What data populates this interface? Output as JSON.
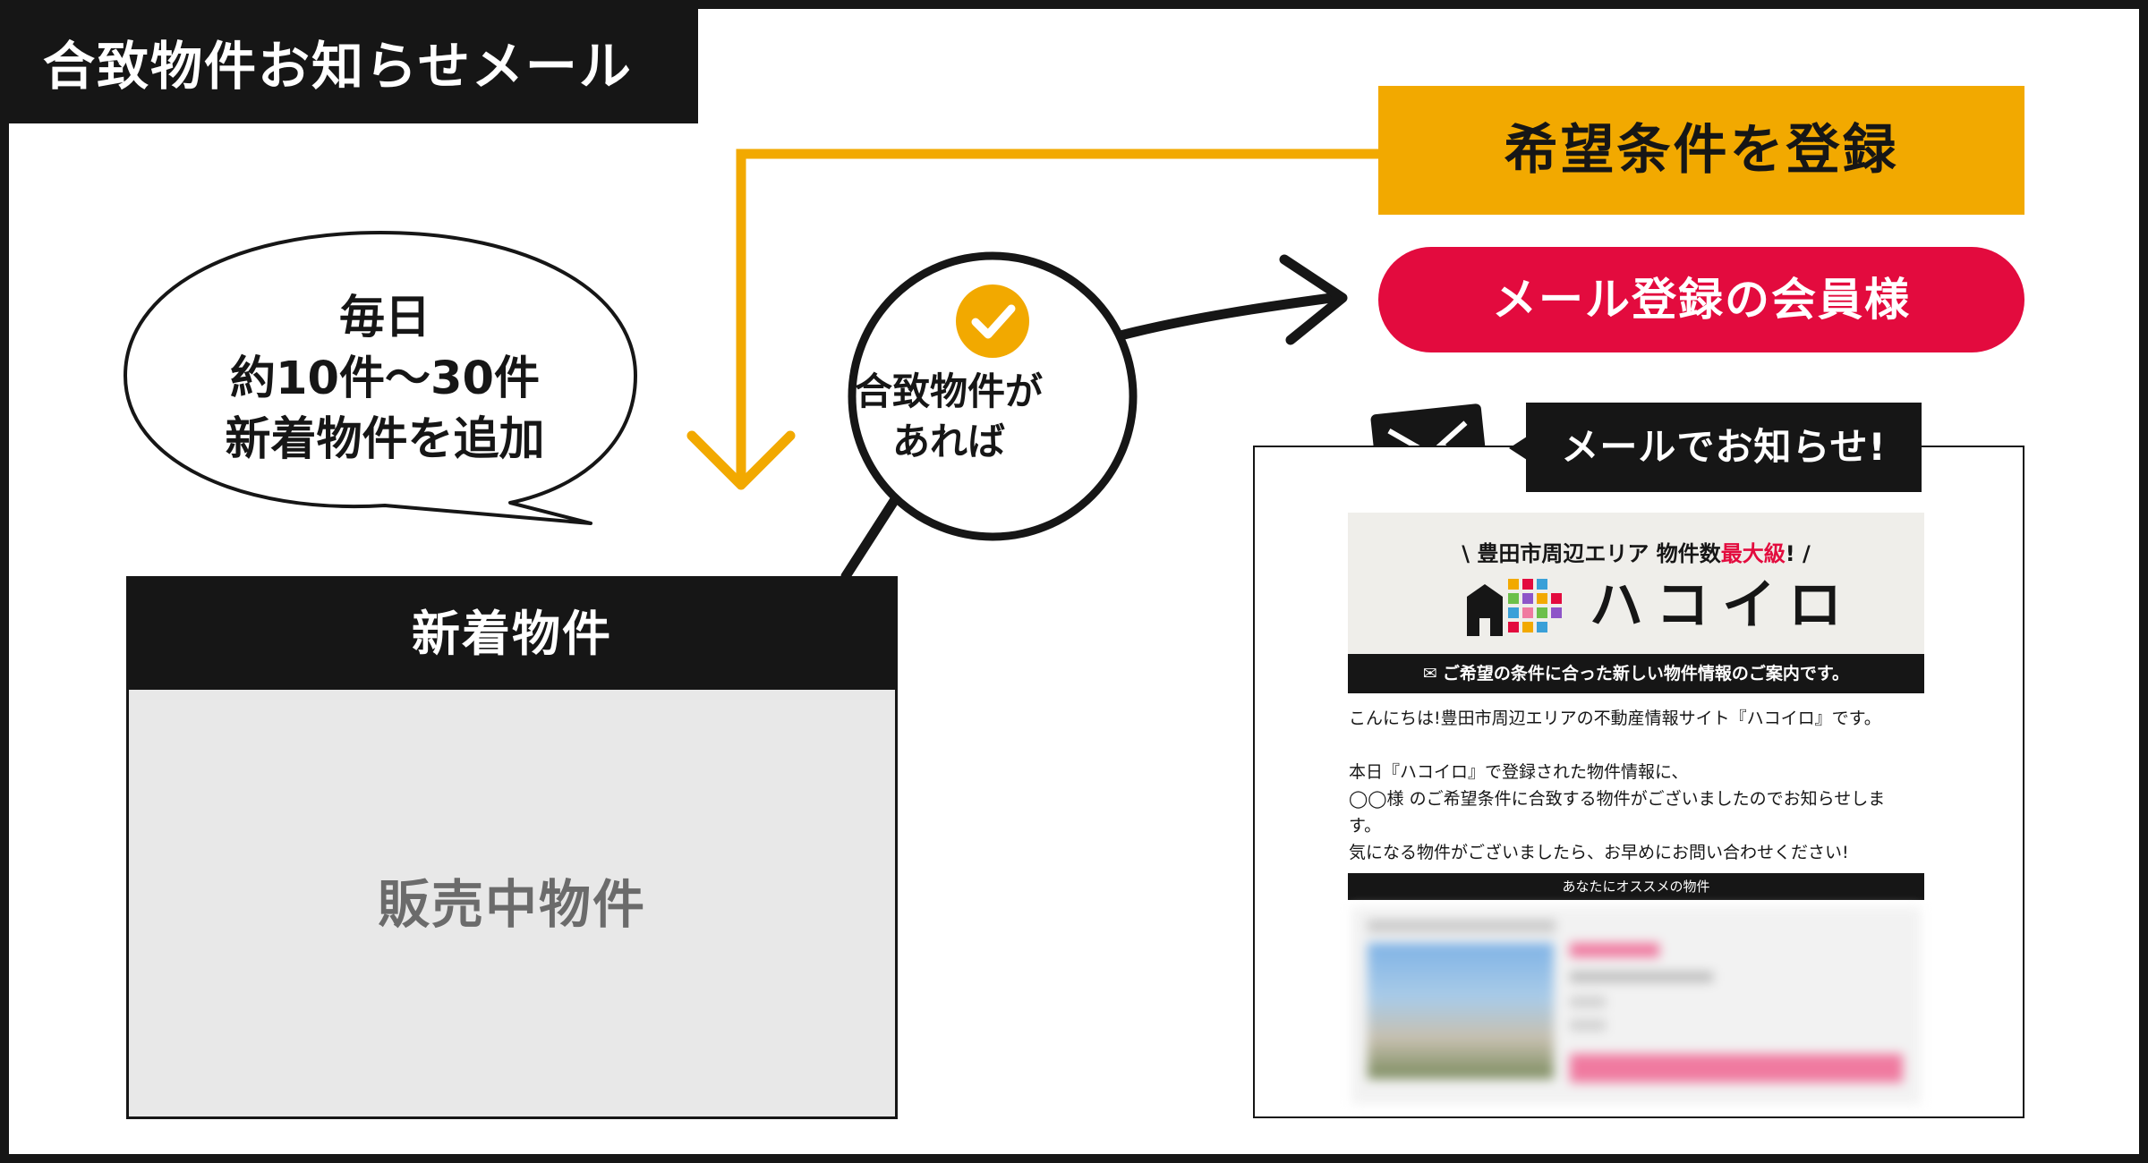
{
  "header": {
    "title": "合致物件お知らせメール"
  },
  "bubble": {
    "lines": [
      "毎日",
      "約10件〜30件",
      "新着物件を追加"
    ]
  },
  "listing": {
    "header": "新着物件",
    "body_label": "販売中物件"
  },
  "check_circle": {
    "lines": [
      "合致物件が",
      "あれば"
    ],
    "icon": "check-icon"
  },
  "register": {
    "label": "希望条件を登録"
  },
  "member": {
    "label": "メール登録の会員様"
  },
  "notice": {
    "label": "メールでお知らせ!",
    "icon": "envelope-icon"
  },
  "mail": {
    "tagline_prefix": "豊田市周辺エリア 物件数",
    "tagline_accent": "最大級",
    "tagline_suffix": "!",
    "brand": "ハコイロ",
    "strip": "ご希望の条件に合った新しい物件情報のご案内です。",
    "body_lines": [
      "こんにちは!豊田市周辺エリアの不動産情報サイト『ハコイロ』です。",
      "",
      "本日『ハコイロ』で登録された物件情報に、",
      "◯◯様 のご希望条件に合致する物件がございましたのでお知らせしま",
      "す。",
      "気になる物件がございましたら、お早めにお問い合わせください!"
    ],
    "recommend_label": "あなたにオススメの物件"
  },
  "colors": {
    "dark": "#161616",
    "accent_orange": "#f2a900",
    "accent_red": "#e30b3e",
    "panel_gray": "#e8e8e8"
  }
}
